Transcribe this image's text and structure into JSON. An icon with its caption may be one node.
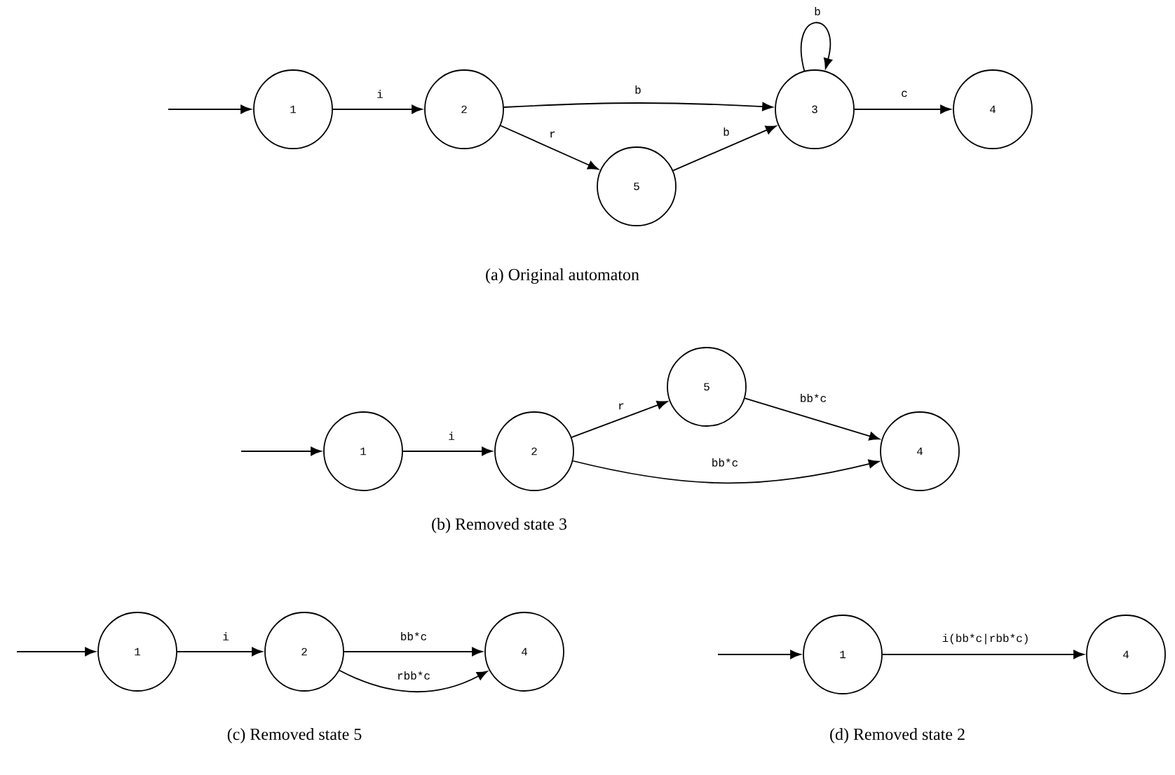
{
  "diagram": {
    "nodes": [
      {
        "text": [
          "1"
        ]
      },
      {
        "text": [
          "2"
        ]
      },
      {
        "text": [
          "3"
        ]
      },
      {
        "text": [
          "4"
        ]
      },
      {
        "text": [
          "5"
        ]
      },
      {
        "text": [
          "1"
        ]
      },
      {
        "text": [
          "2"
        ]
      },
      {
        "text": [
          "5"
        ]
      },
      {
        "text": [
          "4"
        ]
      },
      {
        "text": [
          "1"
        ]
      },
      {
        "text": [
          "2"
        ]
      },
      {
        "text": [
          "4"
        ]
      },
      {
        "text": [
          "1"
        ]
      },
      {
        "text": [
          "4"
        ]
      }
    ],
    "edges": [
      {
        "from": null,
        "to": 0,
        "arrow": "to"
      },
      {
        "from": 0,
        "to": 1,
        "arrow": "to",
        "label": "i"
      },
      {
        "from": 1,
        "to": 2,
        "arrow": "to",
        "label": "b"
      },
      {
        "from": 1,
        "to": 4,
        "arrow": "to",
        "label": "r"
      },
      {
        "from": 4,
        "to": 2,
        "arrow": "to",
        "label": "b"
      },
      {
        "from": 2,
        "to": 2,
        "arrow": "to",
        "label": "b"
      },
      {
        "from": 2,
        "to": 3,
        "arrow": "to",
        "label": "c"
      },
      {
        "from": null,
        "to": 5,
        "arrow": "to"
      },
      {
        "from": 5,
        "to": 6,
        "arrow": "to",
        "label": "i"
      },
      {
        "from": 6,
        "to": 7,
        "arrow": "to",
        "label": "r"
      },
      {
        "from": 7,
        "to": 8,
        "arrow": "to",
        "label": "bb*c"
      },
      {
        "from": 6,
        "to": 8,
        "arrow": "to",
        "label": "bb*c"
      },
      {
        "from": null,
        "to": 9,
        "arrow": "to"
      },
      {
        "from": 9,
        "to": 10,
        "arrow": "to",
        "label": "i"
      },
      {
        "from": 10,
        "to": 11,
        "arrow": "to",
        "label": "bb*c"
      },
      {
        "from": 10,
        "to": 11,
        "arrow": "to",
        "label": "rbb*c"
      },
      {
        "from": null,
        "to": 12,
        "arrow": "to"
      },
      {
        "from": 12,
        "to": 13,
        "arrow": "to",
        "label": "i(bb*c|rbb*c)"
      }
    ],
    "labels": [
      "(a)  Original automaton",
      "(b)  Removed state 3",
      "(c)  Removed state 5",
      "(d)  Removed state 2"
    ]
  }
}
